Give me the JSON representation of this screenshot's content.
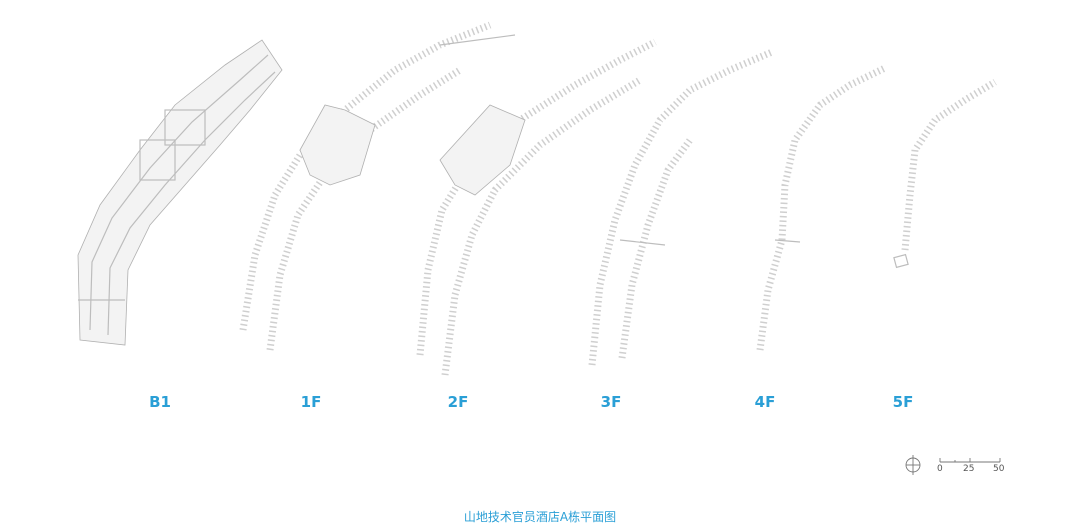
{
  "floors": [
    {
      "label": "B1"
    },
    {
      "label": "1F"
    },
    {
      "label": "2F"
    },
    {
      "label": "3F"
    },
    {
      "label": "4F"
    },
    {
      "label": "5F"
    }
  ],
  "scale": {
    "ticks": [
      "0",
      "25",
      "50"
    ]
  },
  "caption": "山地技术官员酒店A栋平面图",
  "colors": {
    "label": "#2a9fd6",
    "linework": "#bdbdbd"
  },
  "icons": {
    "north": "north-arrow-icon"
  }
}
